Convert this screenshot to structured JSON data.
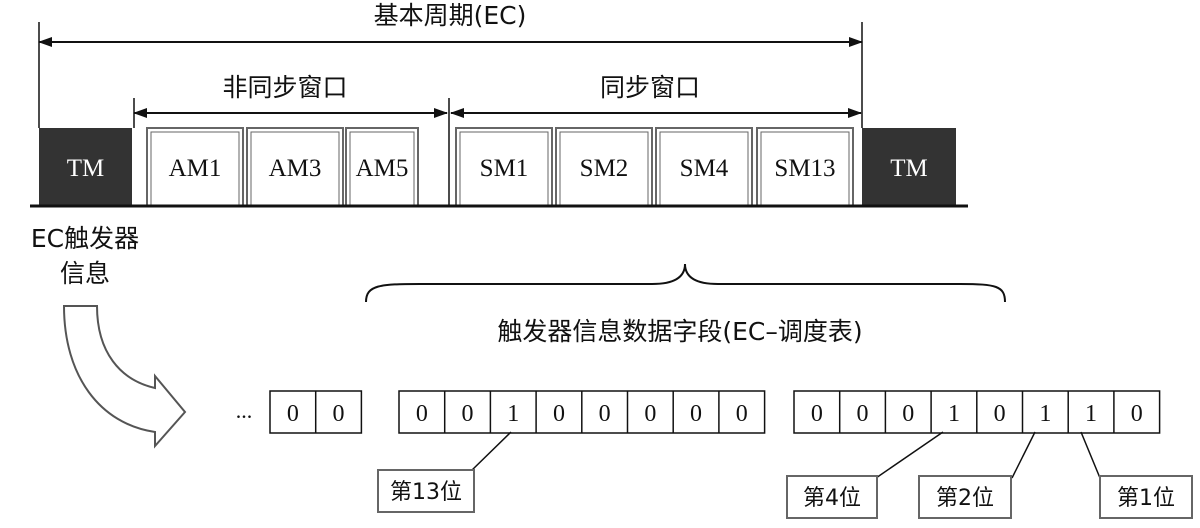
{
  "period": {
    "title": "基本周期(EC)"
  },
  "windows": {
    "async": "非同步窗口",
    "sync": "同步窗口"
  },
  "slots": [
    "TM",
    "AM1",
    "AM3",
    "AM5",
    "SM1",
    "SM2",
    "SM4",
    "SM13",
    "TM"
  ],
  "trigger_info": {
    "line1": "EC触发器",
    "line2": "信息"
  },
  "field_label": "触发器信息数据字段(EC–调度表)",
  "ellipsis": "...",
  "bytes": [
    [
      "0",
      "0"
    ],
    [
      "0",
      "0",
      "1",
      "0",
      "0",
      "0",
      "0",
      "0"
    ],
    [
      "0",
      "0",
      "0",
      "1",
      "0",
      "1",
      "1",
      "0"
    ]
  ],
  "bit_callouts": [
    "第13位",
    "第4位",
    "第2位",
    "第1位"
  ],
  "colors": {
    "tm_fill": "#333333",
    "line": "#111111",
    "box_border": "#666666"
  }
}
